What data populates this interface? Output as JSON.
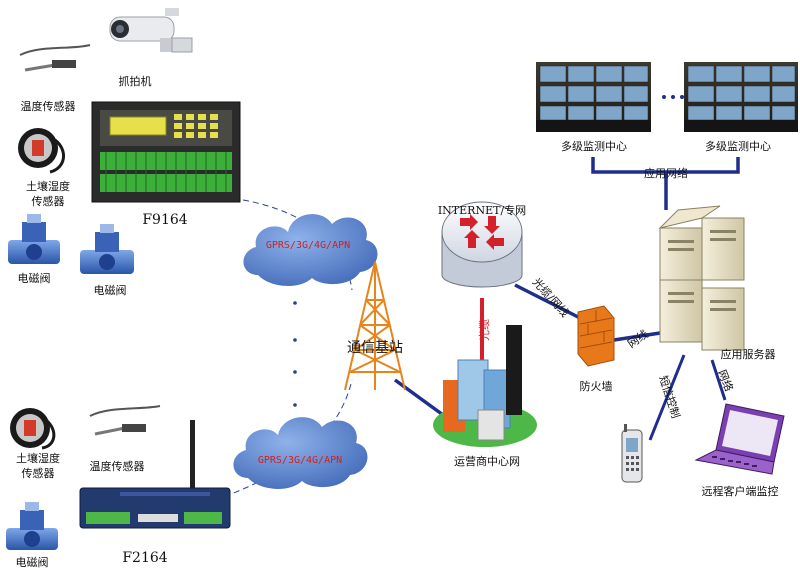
{
  "labels": {
    "camera": "抓拍机",
    "temp_sensor_1": "温度传感器",
    "soil_sensor_1_line1": "土壤湿度",
    "soil_sensor_1_line2": "传感器",
    "valve_1a": "电磁阀",
    "valve_1b": "电磁阀",
    "device_1": "F9164",
    "soil_sensor_2_line1": "土壤湿度",
    "soil_sensor_2_line2": "传感器",
    "temp_sensor_2": "温度传感器",
    "valve_2": "电磁阀",
    "device_2": "F2164",
    "cloud_1": "GPRS/3G/4G/APN",
    "cloud_2": "GPRS/3G/4G/APN",
    "base_station": "通信基站",
    "internet": "INTERNET/专网",
    "link_fiber": "光缆",
    "link_fiber_net": "光缆/网线",
    "operator_center": "运营商中心网",
    "firewall": "防火墙",
    "link_netcable": "网线",
    "servers": "应用服务器",
    "monitor_center_1": "多级监测中心",
    "monitor_center_2": "多级监测中心",
    "app_network": "应用网络",
    "link_sms": "短信控制",
    "link_network": "网络",
    "remote_client": "远程客户端监控"
  },
  "colors": {
    "link_blue": "#1f2e8c",
    "fiber_red": "#d4202a",
    "cloud_blue": "#4a78c8",
    "tower_orange": "#e8841c",
    "firewall_orange": "#e8791a",
    "laptop_purple": "#7a3fb0",
    "device_green": "#4db848"
  },
  "icons": {
    "camera": "cctv-camera-icon",
    "temp_sensor": "temperature-probe-icon",
    "soil_sensor": "soil-moisture-sensor-icon",
    "valve": "solenoid-valve-icon",
    "controller": "controller-unit-icon",
    "router": "router-icon",
    "cloud": "cloud-icon",
    "tower": "cell-tower-icon",
    "buildings": "city-buildings-icon",
    "firewall": "firewall-icon",
    "server": "server-rack-icon",
    "video_wall": "video-wall-icon",
    "phone": "mobile-phone-icon",
    "laptop": "laptop-icon"
  }
}
